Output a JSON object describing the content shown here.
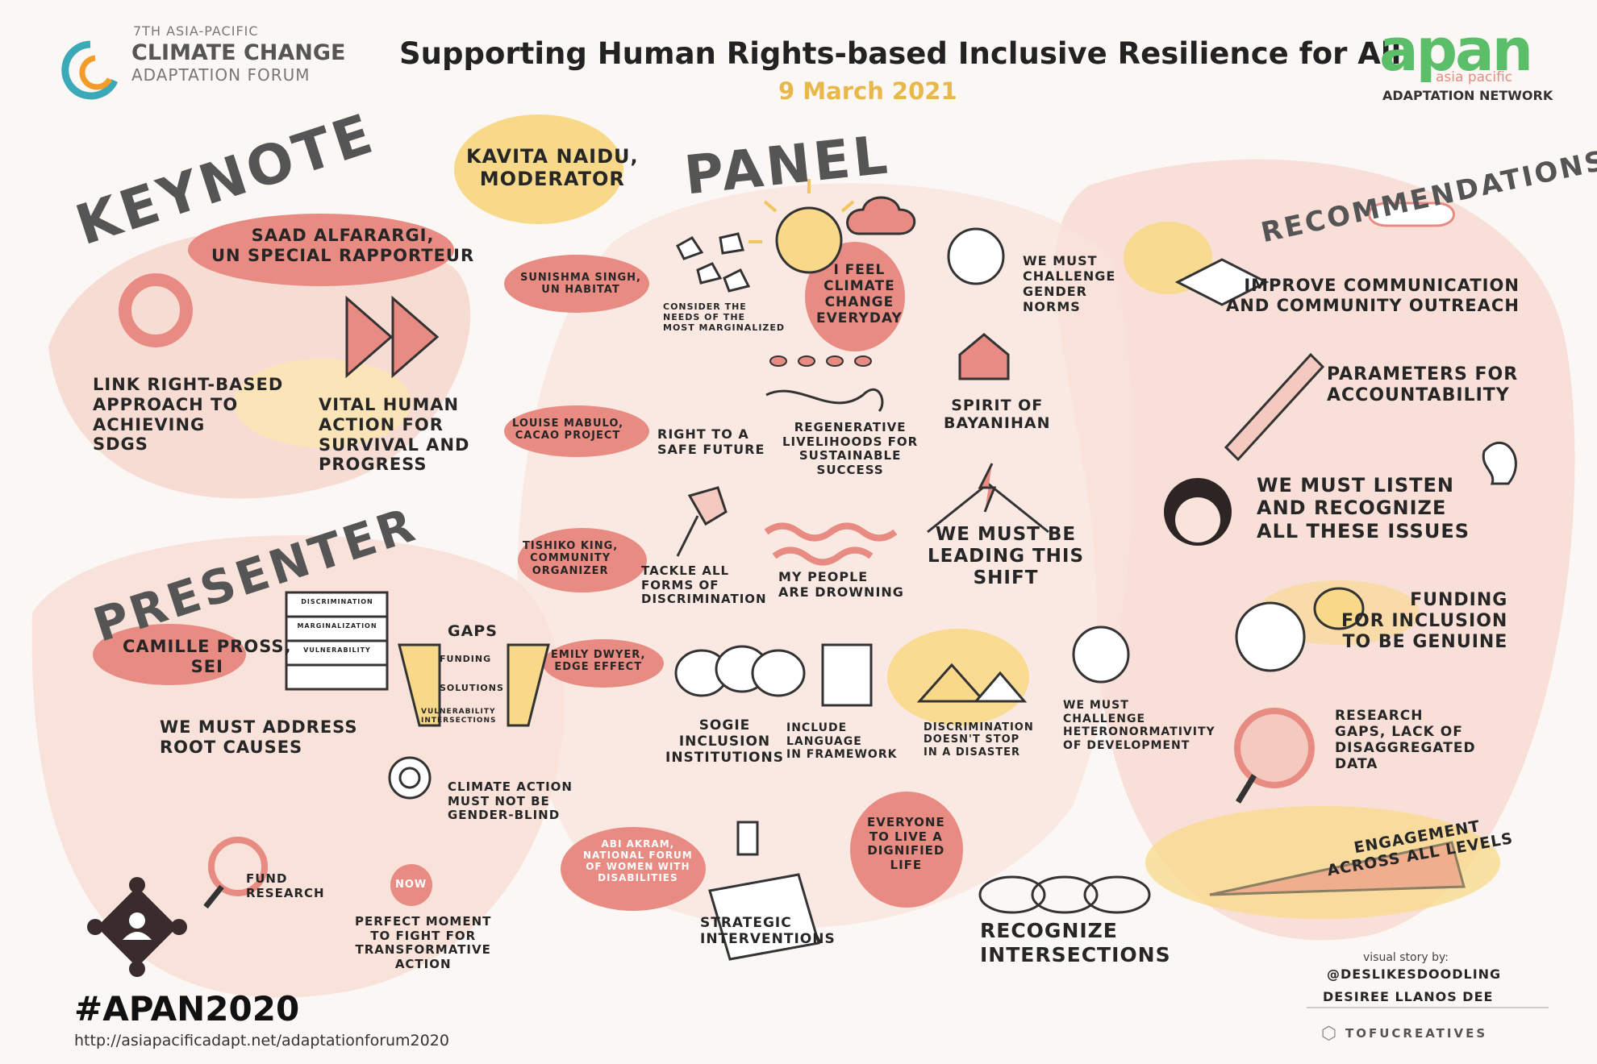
{
  "header": {
    "forum_edition": "7TH ASIA-PACIFIC",
    "forum_name": "CLIMATE CHANGE",
    "forum_sub": "ADAPTATION FORUM",
    "title": "Supporting Human Rights-based Inclusive Resilience for All",
    "date": "9 March 2021",
    "apan_logo": "apan",
    "apan_sub": "asia pacific",
    "apan_network": "ADAPTATION NETWORK"
  },
  "colors": {
    "salmon": "#e88b82",
    "yellow": "#f8d98a",
    "pink": "#f4c9c0",
    "accent_date": "#e8b84a"
  },
  "sections": {
    "keynote": "KEYNOTE",
    "presenter": "PRESENTER",
    "panel": "PANEL",
    "recommendations": "RECOMMENDATIONS"
  },
  "keynote": {
    "speaker": "SAAD ALFARARGI,\nUN SPECIAL RAPPORTEUR",
    "point1": "LINK RIGHT-BASED\nAPPROACH TO\nACHIEVING\nSDGS",
    "point2": "VITAL HUMAN\nACTION FOR\nSURVIVAL AND\nPROGRESS"
  },
  "moderator": "KAVITA NAIDU,\nMODERATOR",
  "presenter": {
    "speaker": "CAMILLE PROSS,\nSEI",
    "stack": [
      "DISCRIMINATION",
      "MARGINALIZATION",
      "VULNERABILITY"
    ],
    "gaps_title": "GAPS",
    "gaps_items": [
      "FUNDING",
      "SOLUTIONS",
      "VULNERABILITY\nINTERSECTIONS"
    ],
    "root": "WE MUST ADDRESS\nROOT CAUSES",
    "climate": "CLIMATE ACTION\nMUST NOT BE\nGENDER-BLIND",
    "fund": "FUND\nRESEARCH",
    "now": "NOW",
    "moment": "PERFECT MOMENT\nTO FIGHT FOR\nTRANSFORMATIVE\nACTION"
  },
  "panel": {
    "speakers": [
      "SUNISHMA SINGH,\nUN HABITAT",
      "LOUISE MABULO,\nCACAO PROJECT",
      "TISHIKO KING,\nCOMMUNITY\nORGANIZER",
      "EMILY DWYER,\nEDGE EFFECT",
      "ABI AKRAM,\nNATIONAL FORUM\nOF WOMEN WITH\nDISABILITIES"
    ],
    "consider": "CONSIDER THE\nNEEDS OF THE\nMOST MARGINALIZED",
    "feel": "I FEEL\nCLIMATE\nCHANGE\nEVERYDAY",
    "gender": "WE MUST\nCHALLENGE\nGENDER\nNORMS",
    "safe": "RIGHT TO A\nSAFE FUTURE",
    "regen": "REGENERATIVE\nLIVELIHOODS FOR\nSUSTAINABLE\nSUCCESS",
    "spirit": "SPIRIT OF\nBAYANIHAN",
    "tackle": "TACKLE ALL\nFORMS OF\nDISCRIMINATION",
    "drowning": "MY PEOPLE\nARE DROWNING",
    "leading": "WE MUST BE\nLEADING THIS\nSHIFT",
    "sogie": "SOGIE\nINCLUSION\nINSTITUTIONS",
    "language": "INCLUDE\nLANGUAGE\nIN FRAMEWORK",
    "disaster": "DISCRIMINATION\nDOESN'T STOP\nIN A DISASTER",
    "hetero": "WE MUST\nCHALLENGE\nHETERONORMATIVITY\nOF DEVELOPMENT",
    "dignified": "EVERYONE\nTO LIVE A\nDIGNIFIED\nLIFE",
    "strategic": "STRATEGIC\nINTERVENTIONS",
    "intersections": "RECOGNIZE\nINTERSECTIONS"
  },
  "recommendations": {
    "r1": "IMPROVE COMMUNICATION\nAND COMMUNITY OUTREACH",
    "r2": "PARAMETERS FOR\nACCOUNTABILITY",
    "r3": "WE MUST LISTEN\nAND RECOGNIZE\nALL THESE ISSUES",
    "r4": "FUNDING\nFOR INCLUSION\nTO BE GENUINE",
    "r5": "RESEARCH\nGAPS, LACK OF\nDISAGGREGATED\nDATA",
    "r6": "ENGAGEMENT\nACROSS ALL LEVELS"
  },
  "footer": {
    "hashtag": "#APAN2020",
    "url": "http://asiapacificadapt.net/adaptationforum2020",
    "credit_label": "visual story by:",
    "credit_handle": "@DESLIKESDOODLING",
    "credit_name": "DESIREE LLANOS DEE",
    "studio": "TOFUCREATIVES"
  }
}
